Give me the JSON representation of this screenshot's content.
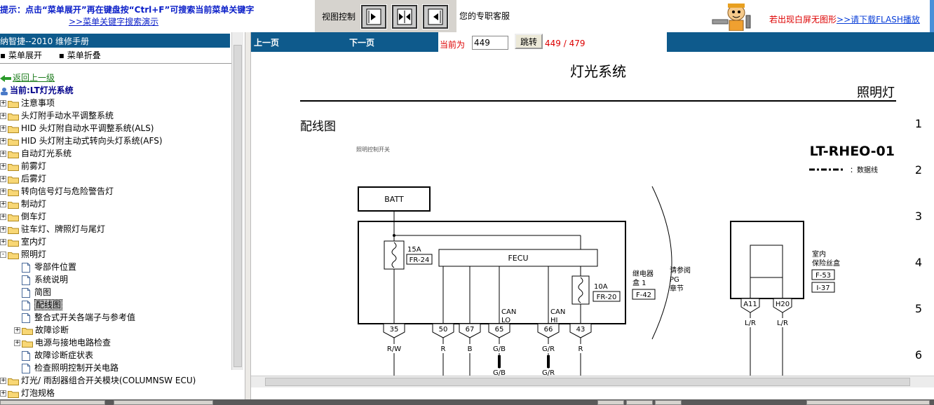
{
  "top": {
    "hint_line1": "提示：点击“菜单展开”再在键盘按“Ctrl+F”可搜索当前菜单关键字",
    "hint_link": ">>菜单关键字搜索演示",
    "view_control_label": "视图控制",
    "service": "您的专职客服",
    "flash_note": "若出现白屏无图形",
    "flash_link": ">>请下载FLASH播放"
  },
  "left": {
    "title": "纳智捷--2010 维修手册",
    "expand": "菜单展开",
    "collapse": "菜单折叠",
    "back": "返回上一级",
    "current": "当前:LT灯光系统",
    "items": [
      {
        "label": "注意事项",
        "type": "folder",
        "level": 0,
        "exp": "+"
      },
      {
        "label": "头灯附手动水平调整系统",
        "type": "folder",
        "level": 0,
        "exp": "+"
      },
      {
        "label": "HID 头灯附自动水平调整系统(ALS)",
        "type": "folder",
        "level": 0,
        "exp": "+"
      },
      {
        "label": "HID 头灯附主动式转向头灯系统(AFS)",
        "type": "folder",
        "level": 0,
        "exp": "+"
      },
      {
        "label": "自动灯光系统",
        "type": "folder",
        "level": 0,
        "exp": "+"
      },
      {
        "label": "前雾灯",
        "type": "folder",
        "level": 0,
        "exp": "+"
      },
      {
        "label": "后雾灯",
        "type": "folder",
        "level": 0,
        "exp": "+"
      },
      {
        "label": "转向信号灯与危险警告灯",
        "type": "folder",
        "level": 0,
        "exp": "+"
      },
      {
        "label": "制动灯",
        "type": "folder",
        "level": 0,
        "exp": "+"
      },
      {
        "label": "倒车灯",
        "type": "folder",
        "level": 0,
        "exp": "+"
      },
      {
        "label": "驻车灯、牌照灯与尾灯",
        "type": "folder",
        "level": 0,
        "exp": "+"
      },
      {
        "label": "室内灯",
        "type": "folder",
        "level": 0,
        "exp": "+"
      },
      {
        "label": "照明灯",
        "type": "folder",
        "level": 0,
        "exp": "-"
      },
      {
        "label": "零部件位置",
        "type": "doc",
        "level": 1
      },
      {
        "label": "系统说明",
        "type": "doc",
        "level": 1
      },
      {
        "label": "简图",
        "type": "doc",
        "level": 1
      },
      {
        "label": "配线图",
        "type": "doc",
        "level": 1,
        "selected": true
      },
      {
        "label": "整合式开关各端子与参考值",
        "type": "doc",
        "level": 1
      },
      {
        "label": "故障诊断",
        "type": "folder",
        "level": 1,
        "exp": "+"
      },
      {
        "label": "电源与接地电路检查",
        "type": "folder",
        "level": 1,
        "exp": "+"
      },
      {
        "label": "故障诊断症状表",
        "type": "doc",
        "level": 1
      },
      {
        "label": "检查照明控制开关电路",
        "type": "doc",
        "level": 1
      },
      {
        "label": "灯光/ 雨刮器组合开关模块(COLUMNSW ECU)",
        "type": "folder",
        "level": 0,
        "exp": "+"
      },
      {
        "label": "灯泡规格",
        "type": "folder",
        "level": 0,
        "exp": "+"
      }
    ]
  },
  "nav": {
    "prev": "上一页",
    "next": "下一页",
    "current_label": "当前为",
    "page_value": "449",
    "jump_button": "跳转",
    "total": "449 / 479"
  },
  "diagram": {
    "system_title": "灯光系统",
    "section_title": "照明灯",
    "wiring_label": "配线图",
    "code": "LT-RHEO-01",
    "data_line_label": "：数据线",
    "subtitle_small": "照明控制开关",
    "row_numbers": [
      "1",
      "2",
      "3",
      "4",
      "5",
      "6"
    ],
    "batt": "BATT",
    "fecu": "FECU",
    "fuse1_amp": "15A",
    "fuse1_code": "FR-24",
    "fuse2_amp": "10A",
    "fuse2_code": "FR-20",
    "can_lo": [
      "CAN",
      "LO"
    ],
    "can_hi": [
      "CAN",
      "HI"
    ],
    "pins": [
      {
        "num": "35",
        "wire": "R/W"
      },
      {
        "num": "50",
        "wire": "R"
      },
      {
        "num": "67",
        "wire": "B"
      },
      {
        "num": "65",
        "wire": "G/B"
      },
      {
        "num": "66",
        "wire": "G/R"
      },
      {
        "num": "43",
        "wire": "R"
      }
    ],
    "relay_box": [
      "继电器",
      "盒 1"
    ],
    "relay_code": "F-42",
    "refer": [
      "请参阅",
      "PG",
      "章节"
    ],
    "interior_fuse": [
      "室内",
      "保险丝盒"
    ],
    "interior_codes": [
      "F-53",
      "I-37"
    ],
    "right_pins": [
      {
        "num": "A11",
        "wire": "L/R"
      },
      {
        "num": "H20",
        "wire": "L/R"
      }
    ],
    "bottom_wires": [
      "G/B",
      "G/R"
    ]
  }
}
